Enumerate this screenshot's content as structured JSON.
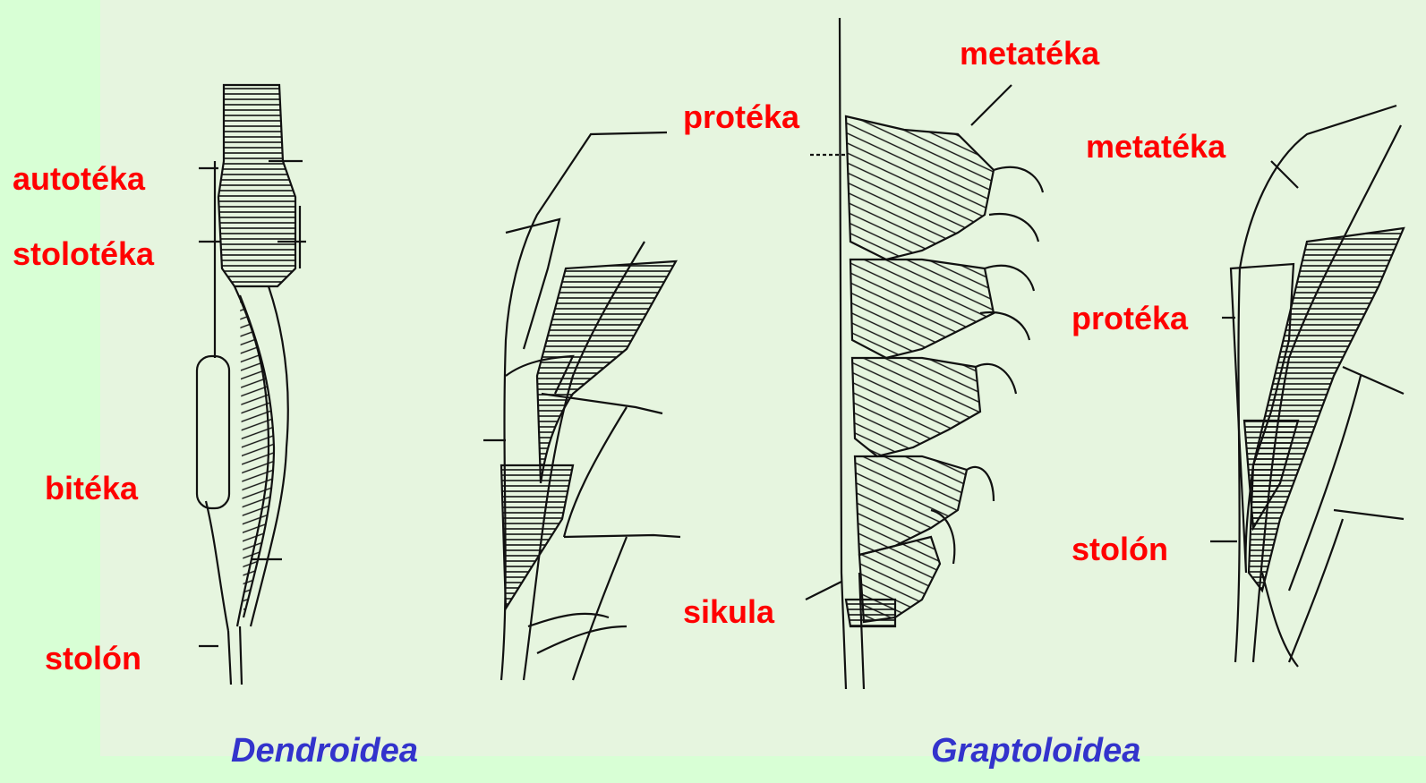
{
  "labels": {
    "autoteka": "autotéka",
    "stoloteka": "stolotéka",
    "biteka": "bitéka",
    "stolon_left": "stolón",
    "proteka_mid": "protéka",
    "metateka_top": "metatéka",
    "sikula": "sikula",
    "metateka_right": "metatéka",
    "proteka_right": "protéka",
    "stolon_right": "stolón"
  },
  "captions": {
    "dendroidea": "Dendroidea",
    "graptoloidea": "Graptoloidea"
  },
  "colors": {
    "background_outer": "#d8ffd5",
    "background_panel": "#e6f5df",
    "label": "#ff0000",
    "caption": "#3333cc",
    "line": "#111111"
  }
}
